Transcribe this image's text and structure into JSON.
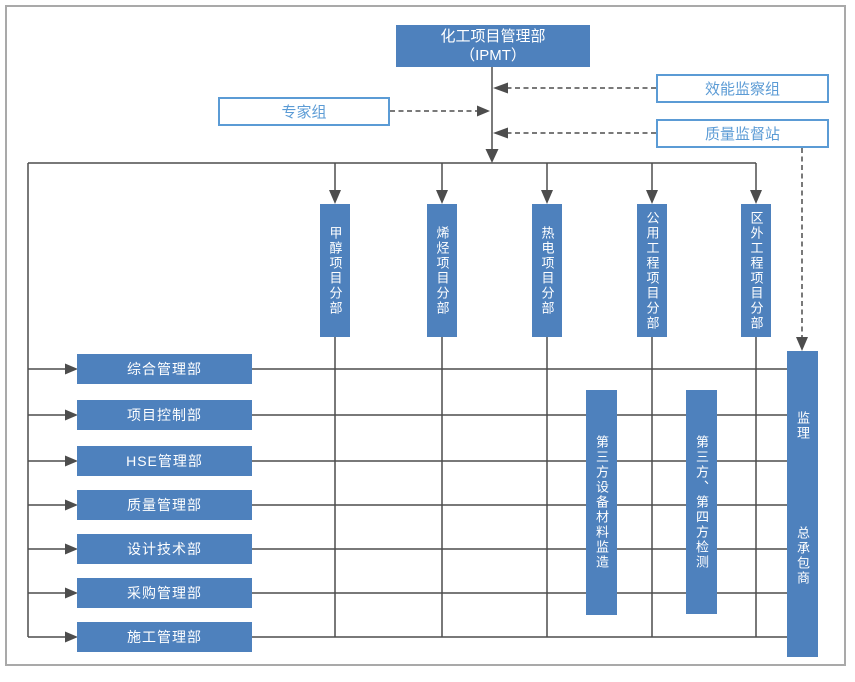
{
  "root_box": {
    "line1": "化工项目管理部",
    "line2": "（IPMT）"
  },
  "expert_group": "专家组",
  "oversight_groups": [
    "效能监察组",
    "质量监督站"
  ],
  "project_divisions": [
    "甲醇项目分部",
    "烯烃项目分部",
    "热电项目分部",
    "公用工程项目分部",
    "区外工程项目分部"
  ],
  "functional_departments": [
    "综合管理部",
    "项目控制部",
    "HSE管理部",
    "质量管理部",
    "设计技术部",
    "采购管理部",
    "施工管理部"
  ],
  "third_party_boxes": [
    "第三方设备材料监造",
    "第三方、第四方检测"
  ],
  "contractor_column": {
    "top": "监理",
    "bottom": "总承包商"
  },
  "colors": {
    "box_fill": "#4e81bd",
    "box_outline": "#5b9bd5",
    "connector": "#4d4d4d",
    "frame": "#a9a9a9"
  }
}
